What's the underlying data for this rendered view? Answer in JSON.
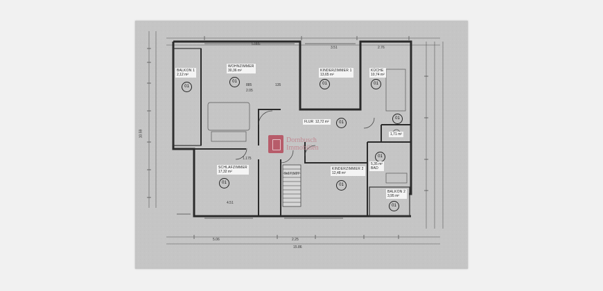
{
  "rooms": [
    {
      "id": "balkon1",
      "name": "BALKON 1",
      "area": "2,12 m²",
      "number": "01"
    },
    {
      "id": "wohnzimmer",
      "name": "WOHNZIMMER",
      "area": "30,36 m²",
      "number": "01"
    },
    {
      "id": "kinderzimmer1",
      "name": "KINDERZIMMER 1",
      "area": "13,65 m²",
      "number": "01"
    },
    {
      "id": "kueche",
      "name": "KÜCHE",
      "area": "10,74 m²",
      "number": "01"
    },
    {
      "id": "flur",
      "name": "FLUR",
      "area": "12,72 m²",
      "number": "01"
    },
    {
      "id": "wc",
      "name": "",
      "area": "1,71 m²",
      "number": "01"
    },
    {
      "id": "bad",
      "name": "BAD",
      "area": "5,35 m²",
      "number": "01"
    },
    {
      "id": "schlafzimmer",
      "name": "SCHLAFZIMMER",
      "area": "17,32 m²",
      "number": "01"
    },
    {
      "id": "kinderzimmer2",
      "name": "KINDERZIMMER 2",
      "area": "12,48 m²",
      "number": "01"
    },
    {
      "id": "balkon2",
      "name": "BALKON 2",
      "area": "3,95 m²",
      "number": "01"
    }
  ],
  "dimensions": {
    "top_a": "5.885",
    "top_b": "3.51",
    "top_c": "2.76",
    "center_a": "885",
    "center_b": "2.05",
    "center_c": "135",
    "center_d": "1.175",
    "bottom_a": "5.06",
    "bottom_b": "2.25",
    "bottom_c": "15.86",
    "bottom_d": "4.51",
    "left_total": "10.59",
    "stair": "9x17,5/27"
  },
  "watermark": {
    "line1": "Dornbusch",
    "line2": "Immobilien"
  }
}
